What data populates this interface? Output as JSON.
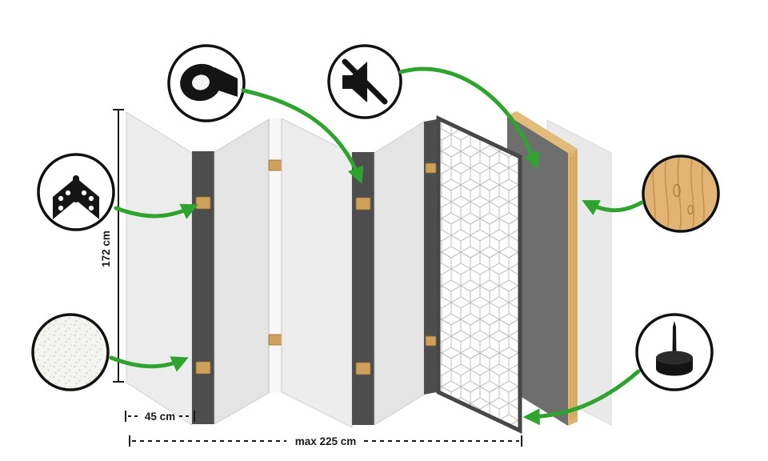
{
  "diagram": {
    "title": "folding room divider construction diagram",
    "panel_count": 5,
    "dimensions": {
      "height_label": "172 cm",
      "panel_width_label": "45 cm",
      "total_width_label": "max 225 cm"
    },
    "features": [
      {
        "id": "hinge",
        "icon": "hinge-icon"
      },
      {
        "id": "tape",
        "icon": "tape-icon"
      },
      {
        "id": "mute",
        "icon": "muted-speaker-icon"
      },
      {
        "id": "wood",
        "icon": "wood-texture-icon"
      },
      {
        "id": "fleece",
        "icon": "fleece-texture-icon"
      },
      {
        "id": "foot",
        "icon": "foot-pin-icon"
      }
    ],
    "colors": {
      "background": "#ffffff",
      "arrow_green": "#2ea32e",
      "panel_light": "#ececec",
      "panel_mid": "#e6e6e6",
      "panel_edge_dark": "#4d4d4d",
      "hinge_tan": "#cfa05c",
      "dark_panel": "#6e6e6e",
      "wood": "#e2b474",
      "icon_black": "#141414"
    }
  }
}
